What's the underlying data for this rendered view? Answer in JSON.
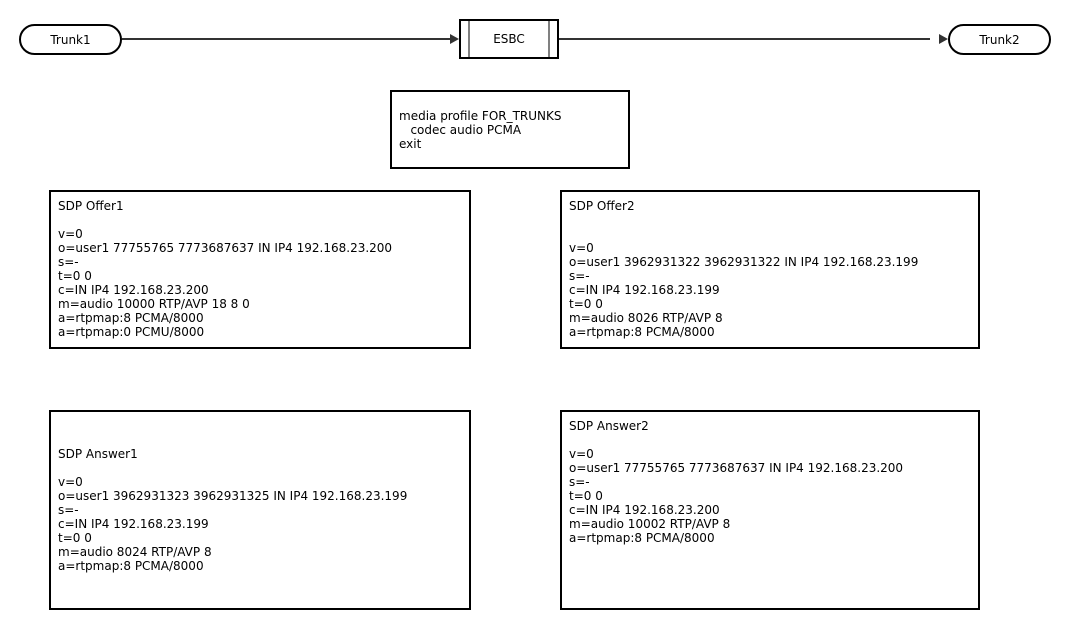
{
  "colors": {
    "ink": "#000000",
    "line": "#333333",
    "esbc-bar": "#808080",
    "bg": "#ffffff"
  },
  "nodes": {
    "trunk1": {
      "label": "Trunk1"
    },
    "esbc": {
      "label": "ESBC"
    },
    "trunk2": {
      "label": "Trunk2"
    }
  },
  "media_profile": {
    "lines": [
      "media profile FOR_TRUNKS",
      "   codec audio PCMA",
      "exit"
    ]
  },
  "sdp_boxes": {
    "offer1": {
      "title": "SDP Offer1",
      "lines": [
        "SDP Offer1",
        "",
        "v=0",
        "o=user1 77755765 7773687637 IN IP4 192.168.23.200",
        "s=-",
        "t=0 0",
        "c=IN IP4 192.168.23.200",
        "m=audio 10000 RTP/AVP 18 8 0",
        "a=rtpmap:8 PCMA/8000",
        "a=rtpmap:0 PCMU/8000"
      ]
    },
    "offer2": {
      "title": "SDP Offer2",
      "lines": [
        "SDP Offer2",
        "",
        "",
        "v=0",
        "o=user1 3962931322 3962931322 IN IP4 192.168.23.199",
        "s=-",
        "c=IN IP4 192.168.23.199",
        "t=0 0",
        "m=audio 8026 RTP/AVP 8",
        "a=rtpmap:8 PCMA/8000"
      ]
    },
    "answer1": {
      "title": "SDP Answer1",
      "lines": [
        "",
        "",
        "SDP Answer1",
        "",
        "v=0",
        "o=user1 3962931323 3962931325 IN IP4 192.168.23.199",
        "s=-",
        "c=IN IP4 192.168.23.199",
        "t=0 0",
        "m=audio 8024 RTP/AVP 8",
        "a=rtpmap:8 PCMA/8000"
      ]
    },
    "answer2": {
      "title": "SDP Answer2",
      "lines": [
        "SDP Answer2",
        "",
        "v=0",
        "o=user1 77755765 7773687637 IN IP4 192.168.23.200",
        "s=-",
        "t=0 0",
        "c=IN IP4 192.168.23.200",
        "m=audio 10002 RTP/AVP 8",
        "a=rtpmap:8 PCMA/8000"
      ]
    }
  }
}
